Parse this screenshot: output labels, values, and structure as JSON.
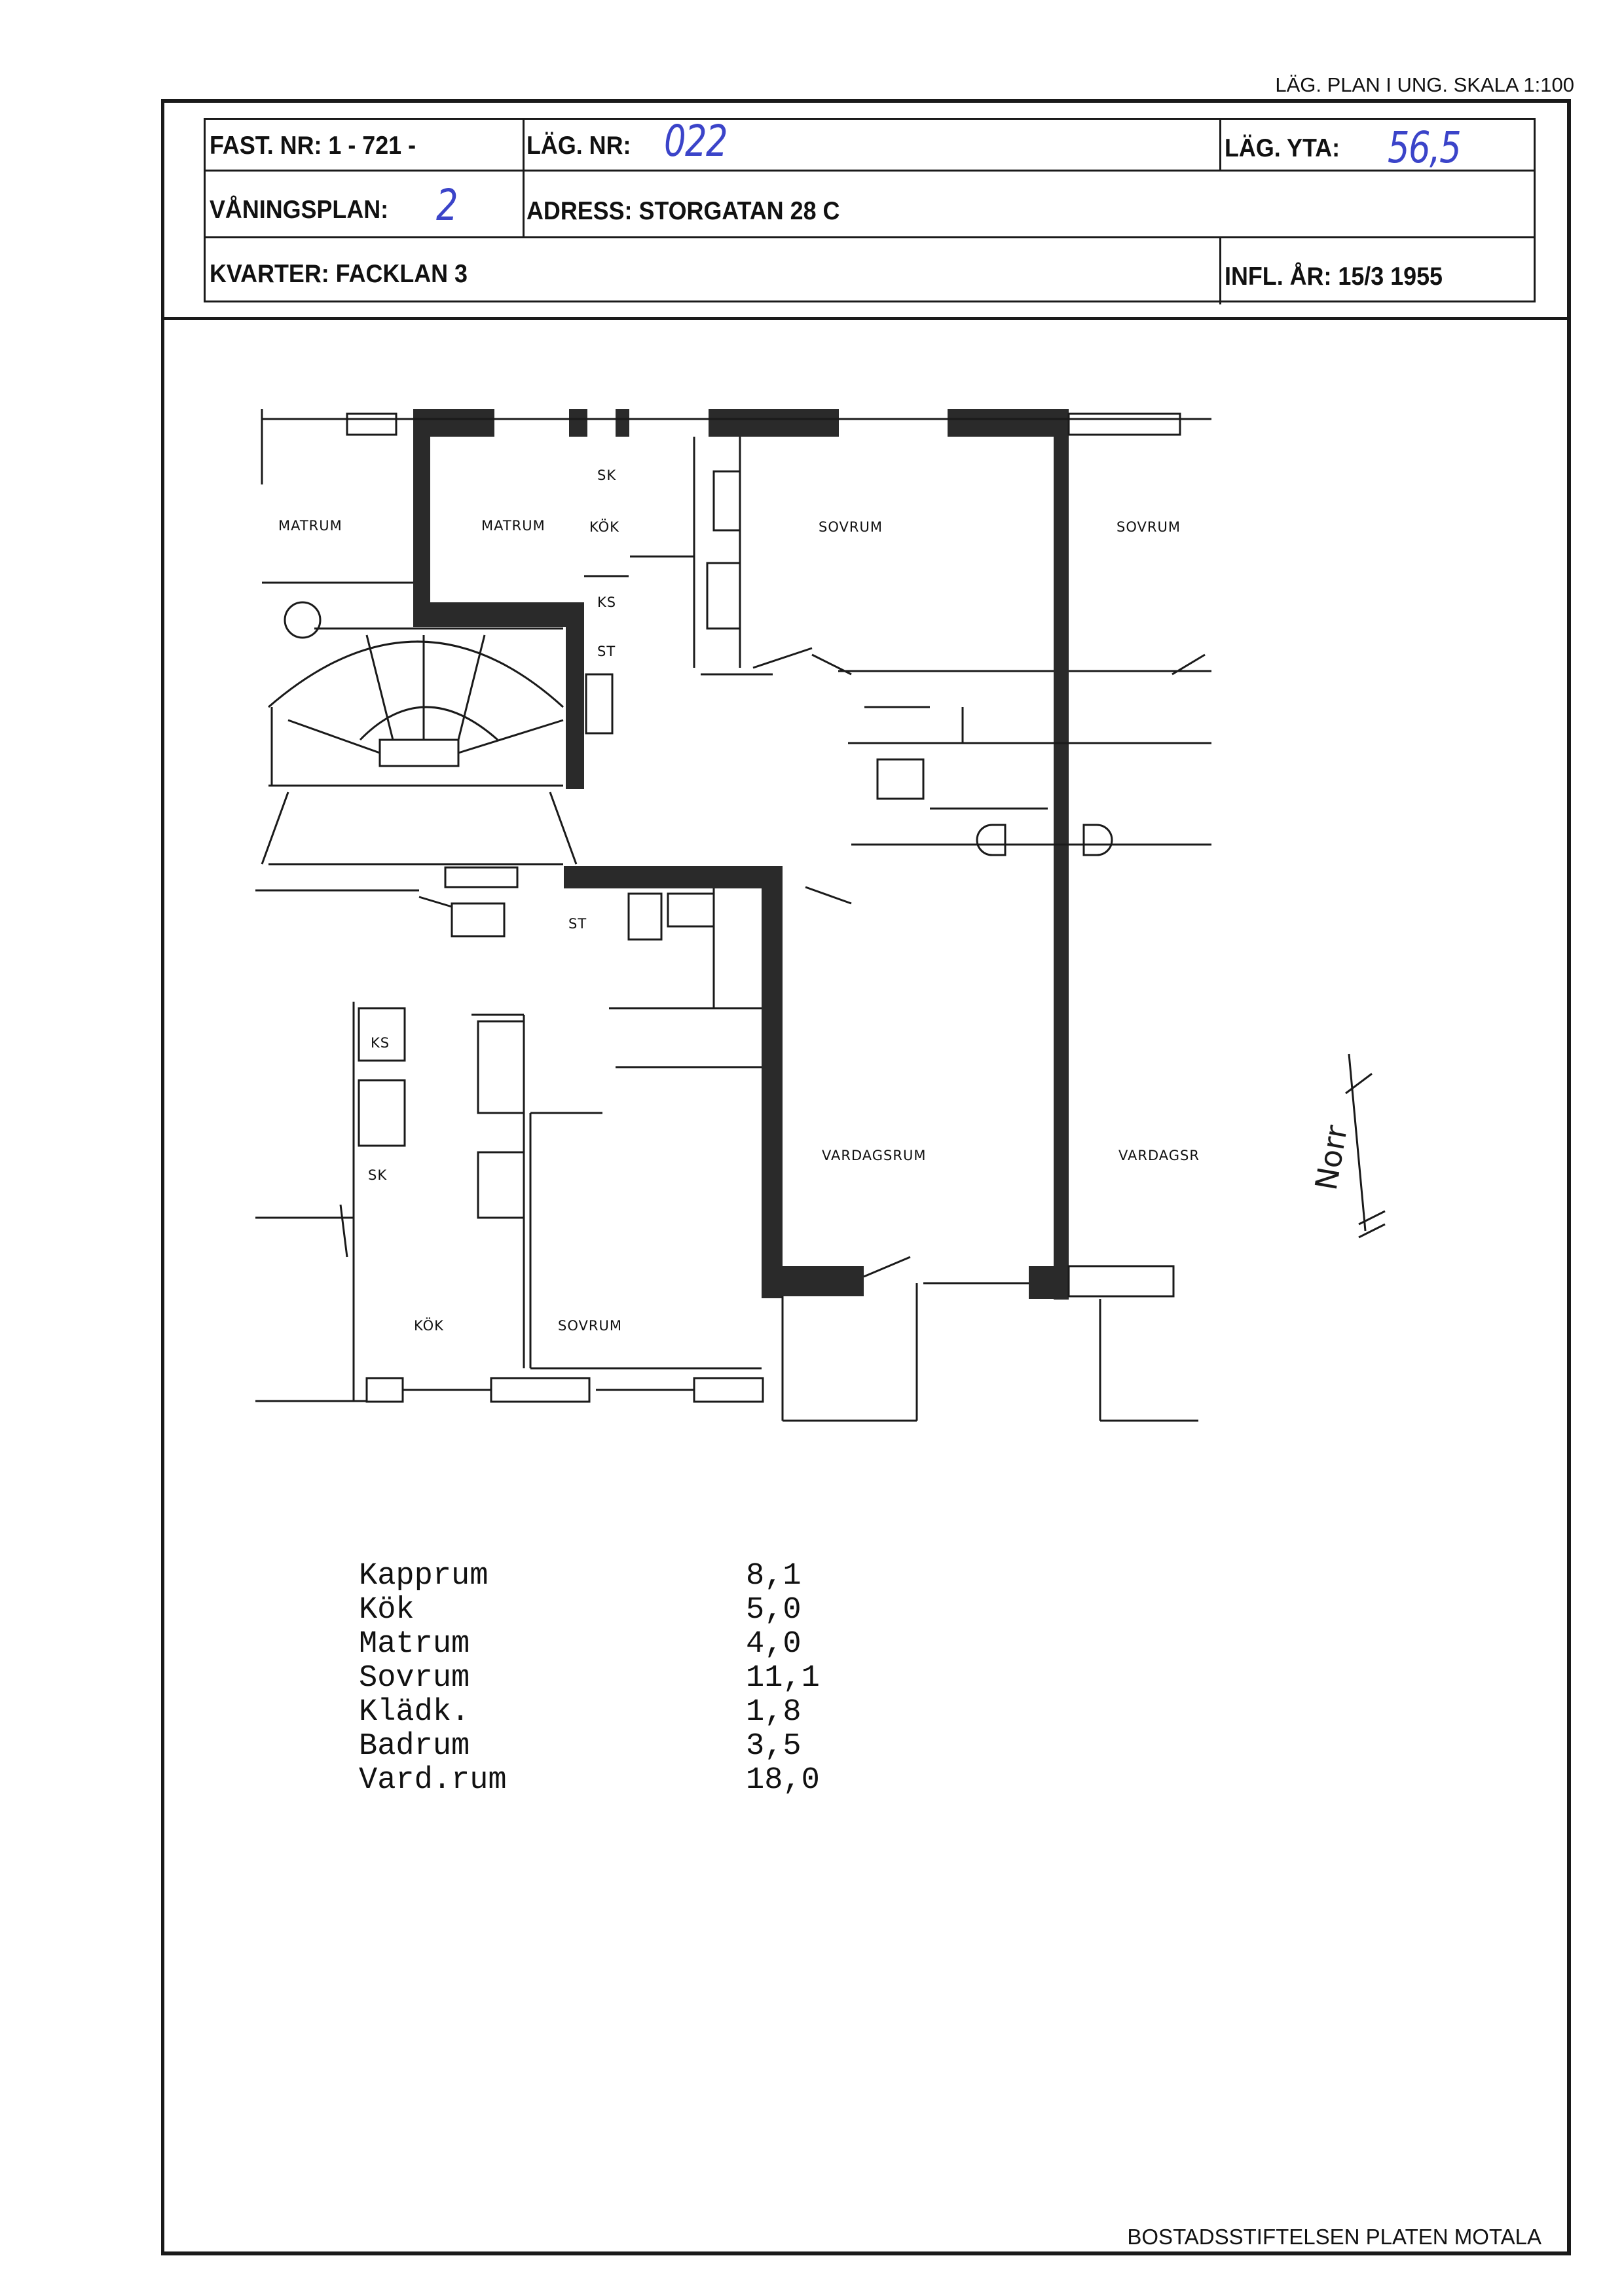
{
  "scale_label": "LÄG. PLAN I UNG. SKALA 1:100",
  "header": {
    "fast_nr_label": "FAST. NR:  1 - 721 -",
    "lag_nr_label": "LÄG. NR:",
    "lag_nr_value": "022",
    "lag_yta_label": "LÄG. YTA:",
    "lag_yta_value": "56,5",
    "vaningsplan_label": "VÅNINGSPLAN:",
    "vaningsplan_value": "2",
    "adress": "ADRESS: STORGATAN 28 C",
    "kvarter": "KVARTER: FACKLAN 3",
    "infl_ar": "INFL. ÅR: 15/3 1955"
  },
  "plan": {
    "rooms": {
      "matrum_left": "MATRUM",
      "matrum": "MATRUM",
      "kok_top": "KÖK",
      "sk_top": "SK",
      "ks_top": "KS",
      "st_top": "ST",
      "sovrum_top": "SOVRUM",
      "sovrum_right": "SOVRUM",
      "st_bath": "ST",
      "ks_bottom": "KS",
      "sk_bottom": "SK",
      "vardagsrum": "VARDAGSRUM",
      "vardagsrum_right": "VARDAGSR",
      "kok_bottom": "KÖK",
      "sovrum_bottom": "SOVRUM"
    },
    "north_label": "Norr"
  },
  "areas": [
    {
      "name": "Kapprum",
      "value": "8,1"
    },
    {
      "name": "Kök",
      "value": "5,0"
    },
    {
      "name": "Matrum",
      "value": "4,0"
    },
    {
      "name": "Sovrum",
      "value": "11,1"
    },
    {
      "name": "Klädk.",
      "value": "1,8"
    },
    {
      "name": "Badrum",
      "value": "3,5"
    },
    {
      "name": "Vard.rum",
      "value": "18,0"
    }
  ],
  "footer": "BOSTADSSTIFTELSEN PLATEN MOTALA"
}
